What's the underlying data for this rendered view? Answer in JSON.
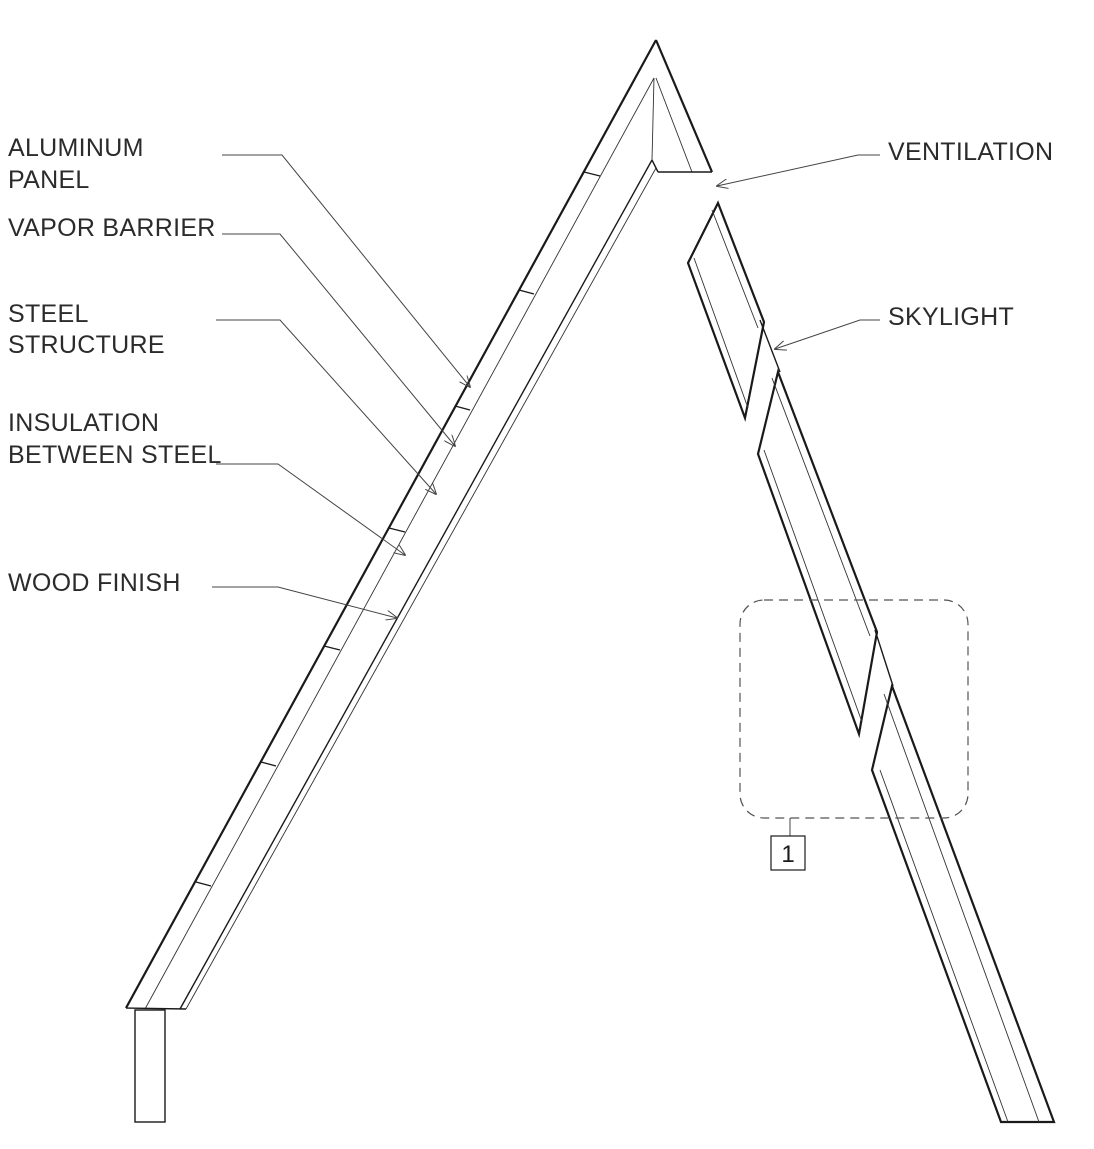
{
  "labels": {
    "aluminum_panel_line1": "ALUMINUM",
    "aluminum_panel_line2": "PANEL",
    "vapor_barrier": "VAPOR BARRIER",
    "steel_structure_line1": "STEEL",
    "steel_structure_line2": "STRUCTURE",
    "insulation_line1": "INSULATION",
    "insulation_line2": "BETWEEN STEEL",
    "wood_finish": "WOOD FINISH",
    "ventilation": "VENTILATION",
    "skylight": "SKYLIGHT"
  },
  "detail_tag": "1"
}
